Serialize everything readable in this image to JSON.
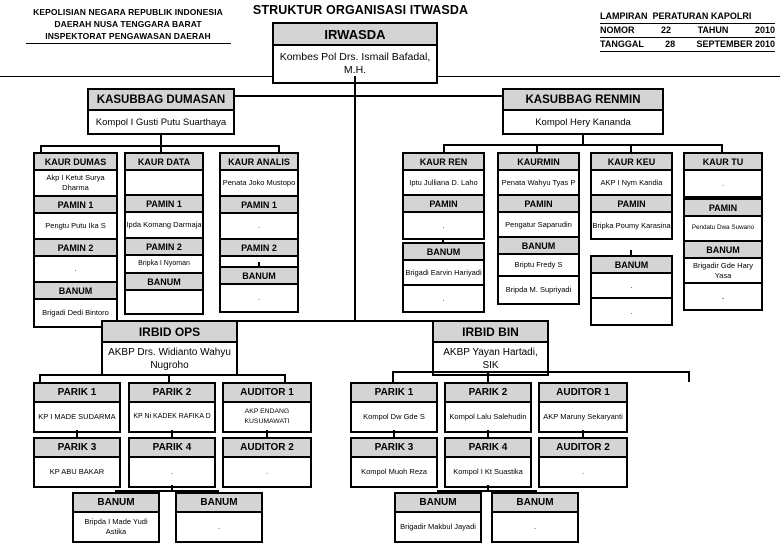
{
  "header": {
    "left_lines": [
      "KEPOLISIAN NEGARA REPUBLIK INDONESIA",
      "DAERAH NUSA TENGGARA BARAT",
      "INSPEKTORAT PENGAWASAN DAERAH"
    ],
    "title": "STRUKTUR ORGANISASI ITWASDA",
    "right": {
      "line1_label": "LAMPIRAN  PERATURAN KAPOLRI",
      "line2_label": "NOMOR",
      "line2_value": "22",
      "line2_label2": "TAHUN",
      "line2_value2": "2010",
      "line3_label": "TANGGAL",
      "line3_value": "28",
      "line3_value2": "SEPTEMBER 2010"
    }
  },
  "chart_data": {
    "type": "diagram",
    "title": "STRUKTUR ORGANISASI ITWASDA",
    "root": {
      "title": "IRWASDA",
      "name": "Kombes Pol Drs. Ismail Bafadal, M.H."
    },
    "level2": [
      {
        "title": "KASUBBAG DUMASAN",
        "name": "Kompol I Gusti Putu Suarthaya"
      },
      {
        "title": "KASUBBAG RENMIN",
        "name": "Kompol Hery Kananda"
      }
    ],
    "dumasan_columns": [
      {
        "title": "KAUR DUMAS",
        "name": "Akp I Ketut Surya Dharma",
        "children": [
          {
            "title": "PAMIN 1",
            "name": "Pengtu Putu Ika S"
          },
          {
            "title": "PAMIN 2",
            "name": "."
          },
          {
            "title": "BANUM",
            "name": "Brigadi Dedi Bintoro"
          }
        ]
      },
      {
        "title": "KAUR DATA",
        "name": "",
        "children": [
          {
            "title": "PAMIN 1",
            "name": "Ipda Komang Darmaja"
          },
          {
            "title": "PAMIN 2",
            "name": "Bripka I Nyoman"
          },
          {
            "title": "BANUM",
            "name": ""
          }
        ]
      },
      {
        "title": "KAUR ANALIS",
        "name": "Penata Joko Mustopo",
        "children": [
          {
            "title": "PAMIN 1",
            "name": "."
          },
          {
            "title": "PAMIN 2",
            "name": "."
          },
          {
            "title": "BANUM",
            "name": "."
          }
        ]
      }
    ],
    "renmin_columns": [
      {
        "title": "KAUR REN",
        "name": "Iptu Julliana D. Laho",
        "children": [
          {
            "title": "PAMIN",
            "name": "."
          },
          {
            "title": "BANUM",
            "name": "Brigadi Earvin Hariyadi",
            "extra": "."
          }
        ]
      },
      {
        "title": "KAURMIN",
        "name": "Penata Wahyu Tyas P",
        "children": [
          {
            "title": "PAMIN",
            "name": "Pengatur Saparudin"
          },
          {
            "title": "BANUM",
            "name": "Briptu Fredy S",
            "extra": "Bripda M. Supriyadi"
          }
        ]
      },
      {
        "title": "KAUR KEU",
        "name": "AKP I Nym Kandia",
        "children": [
          {
            "title": "PAMIN",
            "name": "Bripka Poumy Karasina"
          },
          {
            "title": "BANUM",
            "name": ".",
            "extra": "."
          }
        ]
      },
      {
        "title": "KAUR  TU",
        "name": ".",
        "children": [
          {
            "title": "PAMIN",
            "name": "Pendatu Dwa Suwano"
          },
          {
            "title": "BANUM",
            "name": "Brigadir Gde Hary Yasa",
            "extra": "."
          }
        ]
      }
    ],
    "irbid_ops": {
      "title": "IRBID OPS",
      "name": "AKBP Drs. Widianto Wahyu Nugroho",
      "row1": [
        {
          "title": "PARIK 1",
          "name": "KP I MADE SUDARMA"
        },
        {
          "title": "PARIK 2",
          "name": "KP Ni KADEK RAFIKA D"
        },
        {
          "title": "AUDITOR 1",
          "name": "AKP ENDANG KUSUMAWATI"
        }
      ],
      "row2": [
        {
          "title": "PARIK 3",
          "name": "KP ABU BAKAR"
        },
        {
          "title": "PARIK 4",
          "name": "."
        },
        {
          "title": "AUDITOR 2",
          "name": "."
        }
      ],
      "banums": [
        {
          "title": "BANUM",
          "name": "Bripda I Made Yudi Astika"
        },
        {
          "title": "BANUM",
          "name": "."
        }
      ]
    },
    "irbid_bin": {
      "title": "IRBID BIN",
      "name": "AKBP  Yayan Hartadi, SIK",
      "row1": [
        {
          "title": "PARIK 1",
          "name": "Kompol Dw Gde S"
        },
        {
          "title": "PARIK 2",
          "name": "Kompol Lalu Salehudin"
        },
        {
          "title": "AUDITOR 1",
          "name": "AKP Maruny Sekaryanti"
        }
      ],
      "row2": [
        {
          "title": "PARIK 3",
          "name": "Kompol Muoh Reza"
        },
        {
          "title": "PARIK 4",
          "name": "Kompol I Kt Suastika"
        },
        {
          "title": "AUDITOR 2",
          "name": "."
        }
      ],
      "banums": [
        {
          "title": "BANUM",
          "name": "Brigadir Makbul Jayadi"
        },
        {
          "title": "BANUM",
          "name": "."
        }
      ]
    }
  },
  "colors": {
    "header_fill": "#d4d4d4",
    "border": "#000000",
    "background": "#ffffff"
  }
}
